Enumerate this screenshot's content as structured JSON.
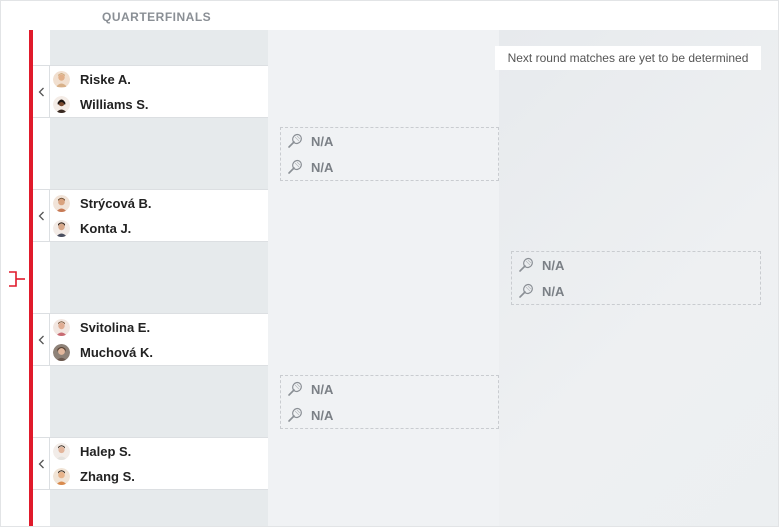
{
  "header": {
    "round_title": "QUARTERFINALS"
  },
  "notice": "Next round matches are yet to be determined",
  "matches": [
    {
      "player1": "Riske A.",
      "player2": "Williams S."
    },
    {
      "player1": "Strýcová B.",
      "player2": "Konta J."
    },
    {
      "player1": "Svitolina E.",
      "player2": "Muchová K."
    },
    {
      "player1": "Halep S.",
      "player2": "Zhang S."
    }
  ],
  "semifinals": [
    {
      "slot1": "N/A",
      "slot2": "N/A"
    },
    {
      "slot1": "N/A",
      "slot2": "N/A"
    }
  ],
  "final": {
    "slot1": "N/A",
    "slot2": "N/A"
  },
  "colors": {
    "accent": "#e01a2b",
    "column_bg": "#e6eaec"
  },
  "icons": {
    "expand": "chevron-left-icon",
    "placeholder": "tennis-racket-icon",
    "bracket": "bracket-icon"
  }
}
